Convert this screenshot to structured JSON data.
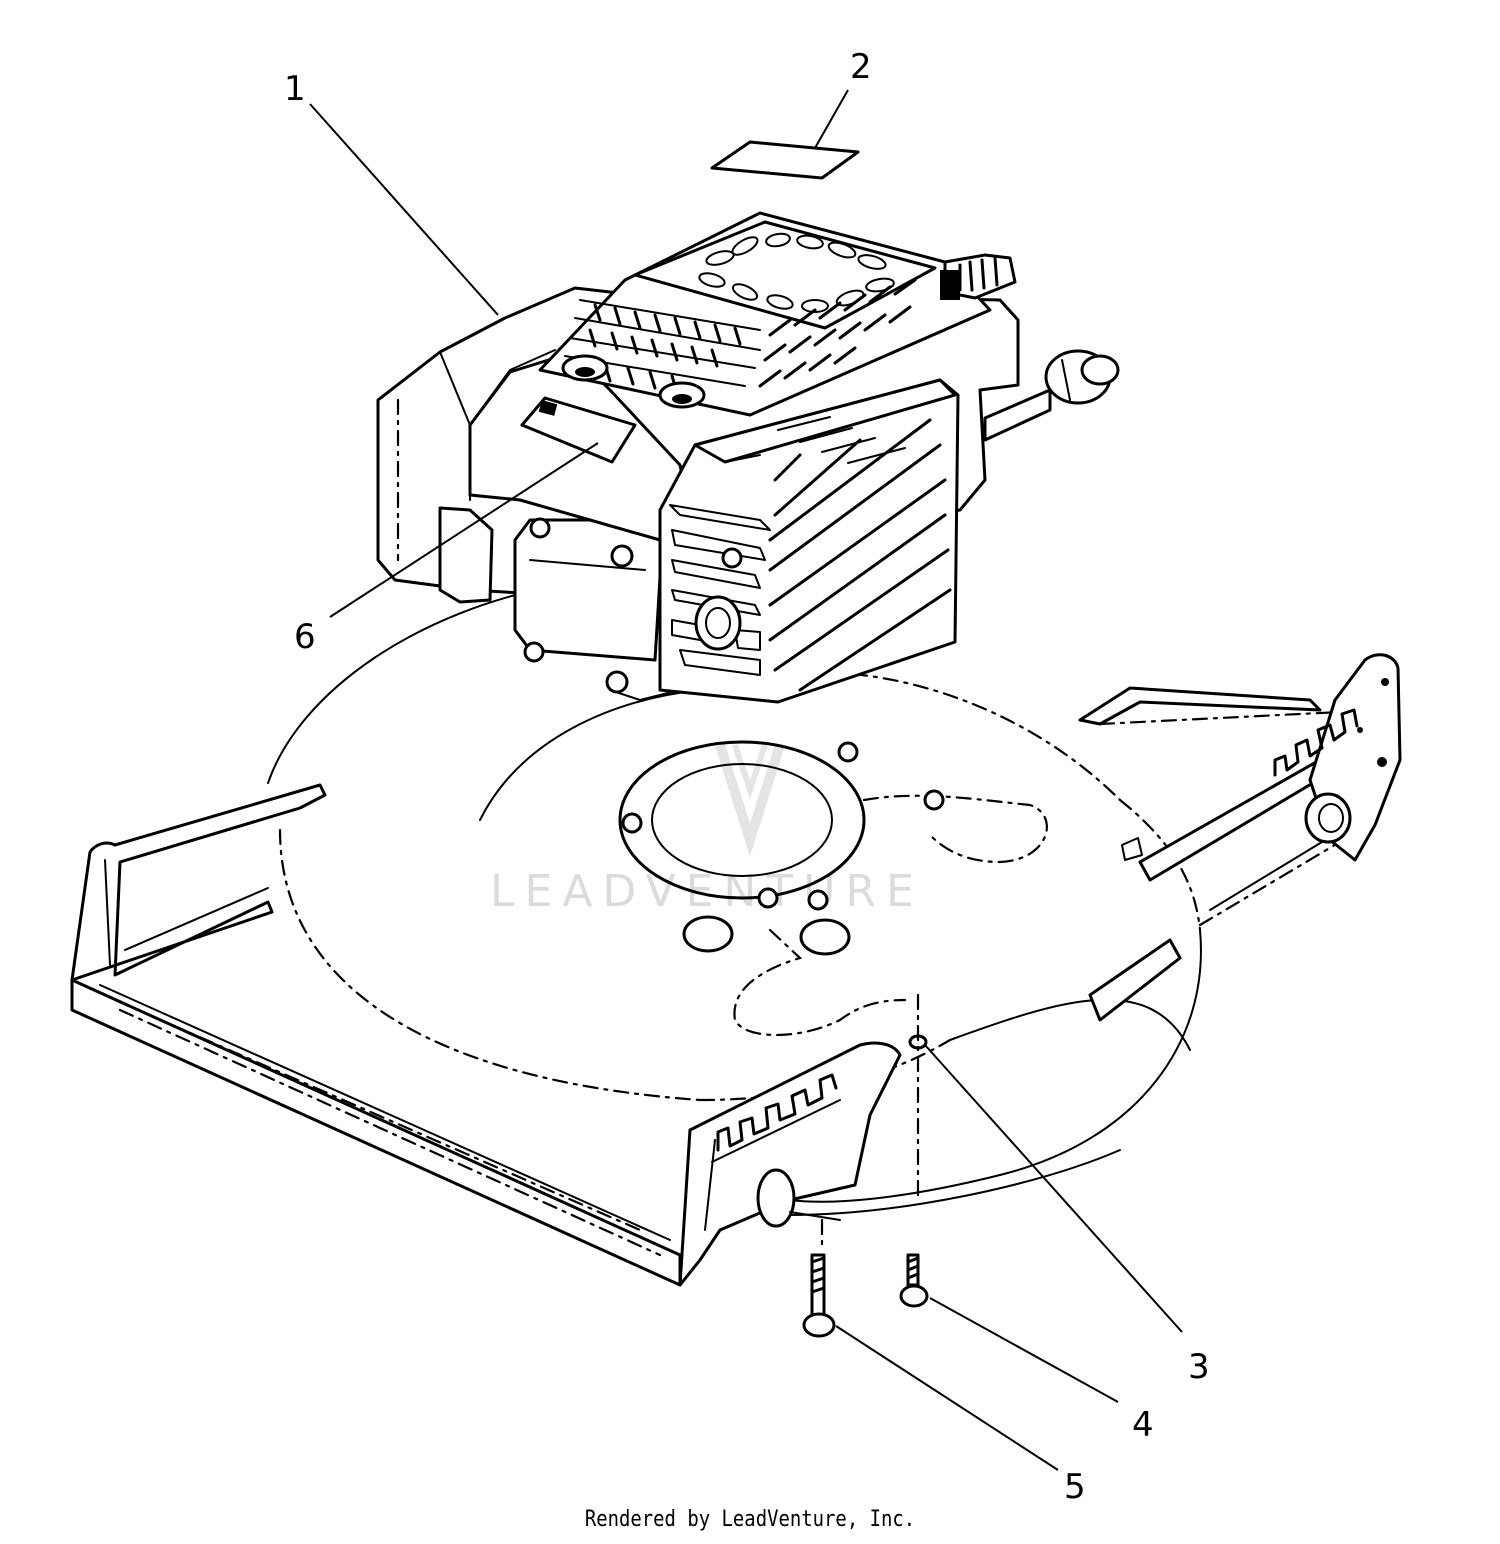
{
  "diagram": {
    "callouts": [
      {
        "id": "1",
        "label": "1"
      },
      {
        "id": "2",
        "label": "2"
      },
      {
        "id": "3",
        "label": "3"
      },
      {
        "id": "4",
        "label": "4"
      },
      {
        "id": "5",
        "label": "5"
      },
      {
        "id": "6",
        "label": "6"
      }
    ],
    "watermark": "LEADVENTURE"
  },
  "footer": {
    "credit": "Rendered by LeadVenture, Inc."
  }
}
